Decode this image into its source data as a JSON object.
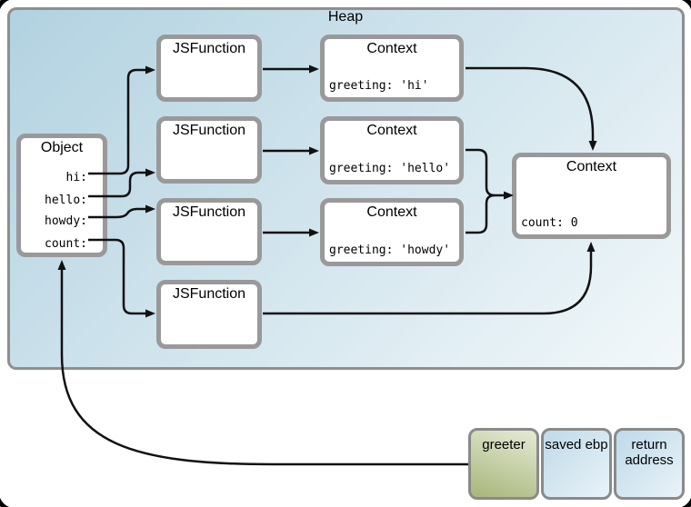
{
  "heap": {
    "label": "Heap"
  },
  "object_box": {
    "title": "Object",
    "fields": [
      {
        "label": "hi:"
      },
      {
        "label": "hello:"
      },
      {
        "label": "howdy:"
      },
      {
        "label": "count:"
      }
    ]
  },
  "jsfunction_boxes": [
    {
      "title": "JSFunction"
    },
    {
      "title": "JSFunction"
    },
    {
      "title": "JSFunction"
    },
    {
      "title": "JSFunction"
    }
  ],
  "context_boxes": [
    {
      "title": "Context",
      "body": "greeting: 'hi'"
    },
    {
      "title": "Context",
      "body": "greeting: 'hello'"
    },
    {
      "title": "Context",
      "body": "greeting: 'howdy'"
    }
  ],
  "shared_context_box": {
    "title": "Context",
    "body": "count: 0"
  },
  "stack_frames": [
    {
      "label": "greeter",
      "style": "green"
    },
    {
      "label": "saved ebp",
      "style": "blue"
    },
    {
      "label": "return address",
      "style": "blue"
    }
  ],
  "colors": {
    "heap_bg_from": "#b2d2e1",
    "heap_bg_to": "#f2f8fa",
    "heap_border": "#8f8f8f",
    "box_border": "#999999",
    "arrow": "#111111",
    "green_from": "#e5ead6",
    "green_to": "#a7b679",
    "blue_from": "#bedae9",
    "blue_to": "#e9f3f8"
  }
}
